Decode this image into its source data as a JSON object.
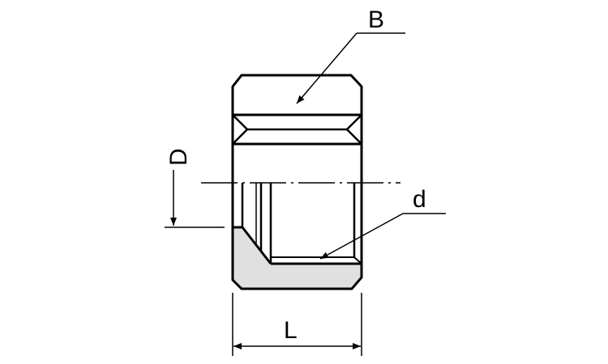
{
  "labels": {
    "width_across_flats": "B",
    "thread_diameter": "d",
    "outer_diameter": "D",
    "length": "L"
  },
  "colors": {
    "line": "#000000",
    "section_fill": "#e0e0e0",
    "background": "#ffffff"
  }
}
